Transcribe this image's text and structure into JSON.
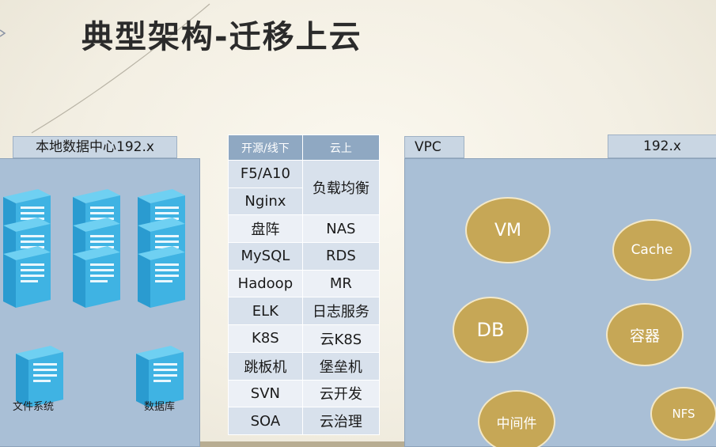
{
  "slide": {
    "title": "典型架构-迁移上云"
  },
  "local_dc": {
    "label": "本地数据中心192.x",
    "file_system_label": "文件系统",
    "database_label": "数据库"
  },
  "mapping_table": {
    "headers": [
      "开源/线下",
      "云上"
    ],
    "f5": "F5/A10",
    "nginx": "Nginx",
    "slb": "负载均衡",
    "rows": [
      {
        "left": "盘阵",
        "right": "NAS"
      },
      {
        "left": "MySQL",
        "right": "RDS"
      },
      {
        "left": "Hadoop",
        "right": "MR"
      },
      {
        "left": "ELK",
        "right": "日志服务"
      },
      {
        "left": "K8S",
        "right": "云K8S"
      },
      {
        "left": "跳板机",
        "right": "堡垒机"
      },
      {
        "left": "SVN",
        "right": "云开发"
      },
      {
        "left": "SOA",
        "right": "云治理"
      }
    ]
  },
  "vpc": {
    "label": "VPC",
    "ip_label": "192.x",
    "services": {
      "vm": "VM",
      "cache": "Cache",
      "db": "DB",
      "container": "容器",
      "middleware": "中间件",
      "nfs": "NFS"
    }
  },
  "colors": {
    "panel": "#a9bfd6",
    "service_bubble": "#c6a756",
    "table_header": "#8fa8c2"
  }
}
